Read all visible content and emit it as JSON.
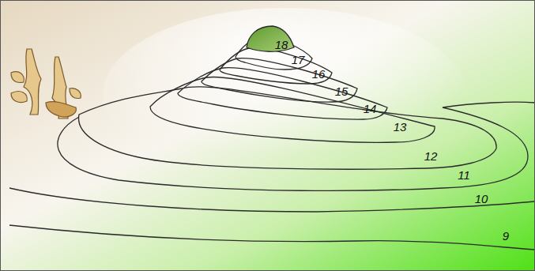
{
  "diagram": {
    "labels": [
      "18",
      "17",
      "16",
      "15",
      "14",
      "13",
      "12",
      "11",
      "10",
      "9"
    ]
  }
}
